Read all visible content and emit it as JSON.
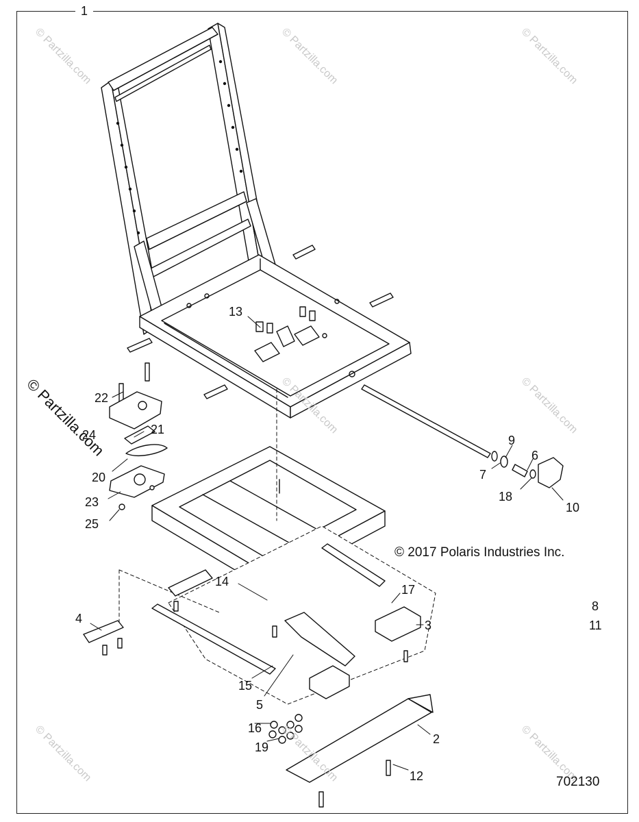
{
  "frame_label": "1",
  "copyright": "© 2017 Polaris Industries Inc.",
  "diagram_id": "702130",
  "watermark": "© Partzilla.com",
  "callouts": [
    "2",
    "3",
    "4",
    "5",
    "6",
    "7",
    "8",
    "9",
    "10",
    "11",
    "12",
    "13",
    "14",
    "15",
    "16",
    "17",
    "18",
    "19",
    "20",
    "21",
    "22",
    "23",
    "24",
    "25"
  ],
  "labels": {
    "n2": "2",
    "n3": "3",
    "n4": "4",
    "n5": "5",
    "n6": "6",
    "n7": "7",
    "n8": "8",
    "n9": "9",
    "n10": "10",
    "n11": "11",
    "n12": "12",
    "n13": "13",
    "n14": "14",
    "n15": "15",
    "n16": "16",
    "n17": "17",
    "n18": "18",
    "n19": "19",
    "n20": "20",
    "n21": "21",
    "n22": "22",
    "n23": "23",
    "n24": "24",
    "n25": "25"
  }
}
